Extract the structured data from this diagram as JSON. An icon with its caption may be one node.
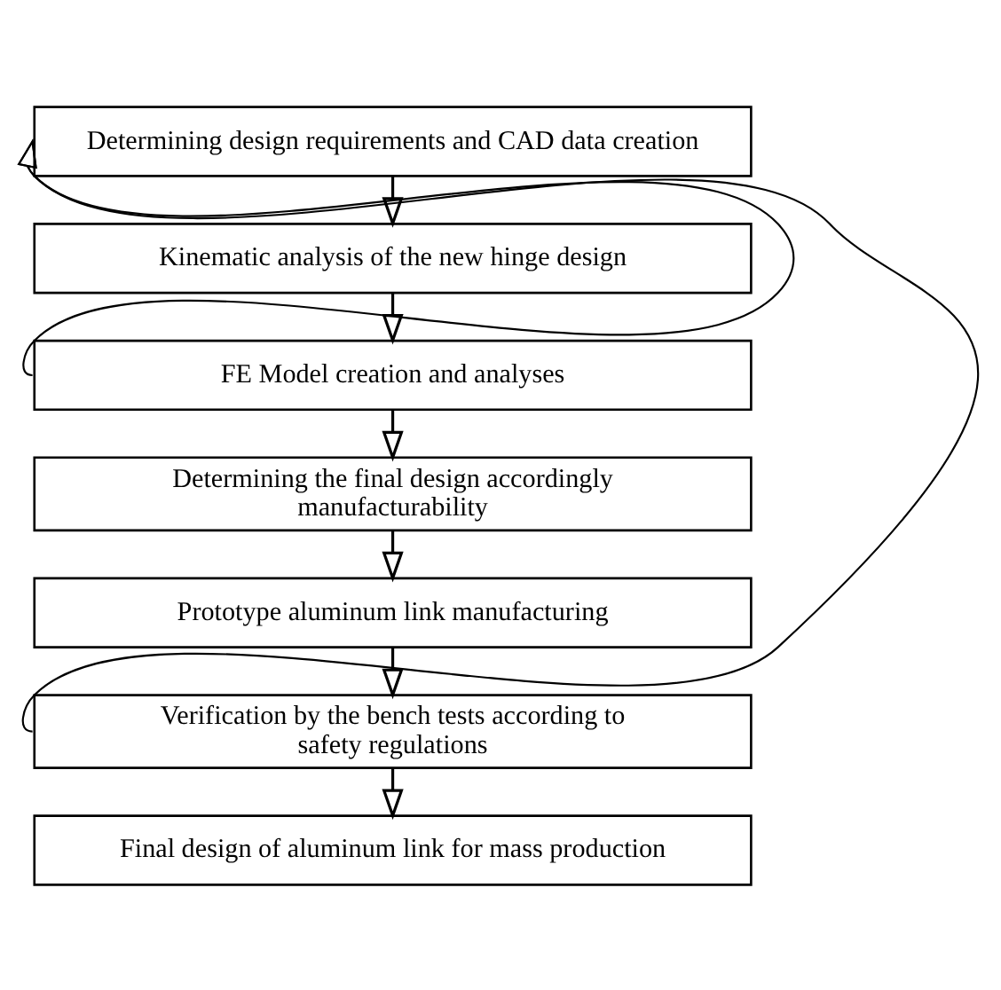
{
  "diagram": {
    "nodes": [
      {
        "text": [
          "Determining design requirements and CAD data creation"
        ]
      },
      {
        "text": [
          "Kinematic analysis of the new hinge design"
        ]
      },
      {
        "text": [
          "FE Model creation and analyses"
        ]
      },
      {
        "text": [
          "Determining the final design accordingly manufacturability"
        ]
      },
      {
        "text": [
          "Prototype aluminum link manufacturing"
        ]
      },
      {
        "text": [
          "Verification by the bench tests according to safety regulations"
        ]
      },
      {
        "text": [
          "Final design of aluminum link for mass production"
        ]
      }
    ],
    "edges": [
      {
        "from": 0,
        "to": 1,
        "arrow": "to"
      },
      {
        "from": 1,
        "to": 2,
        "arrow": "to"
      },
      {
        "from": 2,
        "to": 3,
        "arrow": "to"
      },
      {
        "from": 3,
        "to": 4,
        "arrow": "to"
      },
      {
        "from": 4,
        "to": 5,
        "arrow": "to"
      },
      {
        "from": 5,
        "to": 6,
        "arrow": "to"
      },
      {
        "from": 2,
        "to": 0,
        "arrow": "to"
      },
      {
        "from": 5,
        "to": 0,
        "arrow": "to"
      }
    ]
  }
}
